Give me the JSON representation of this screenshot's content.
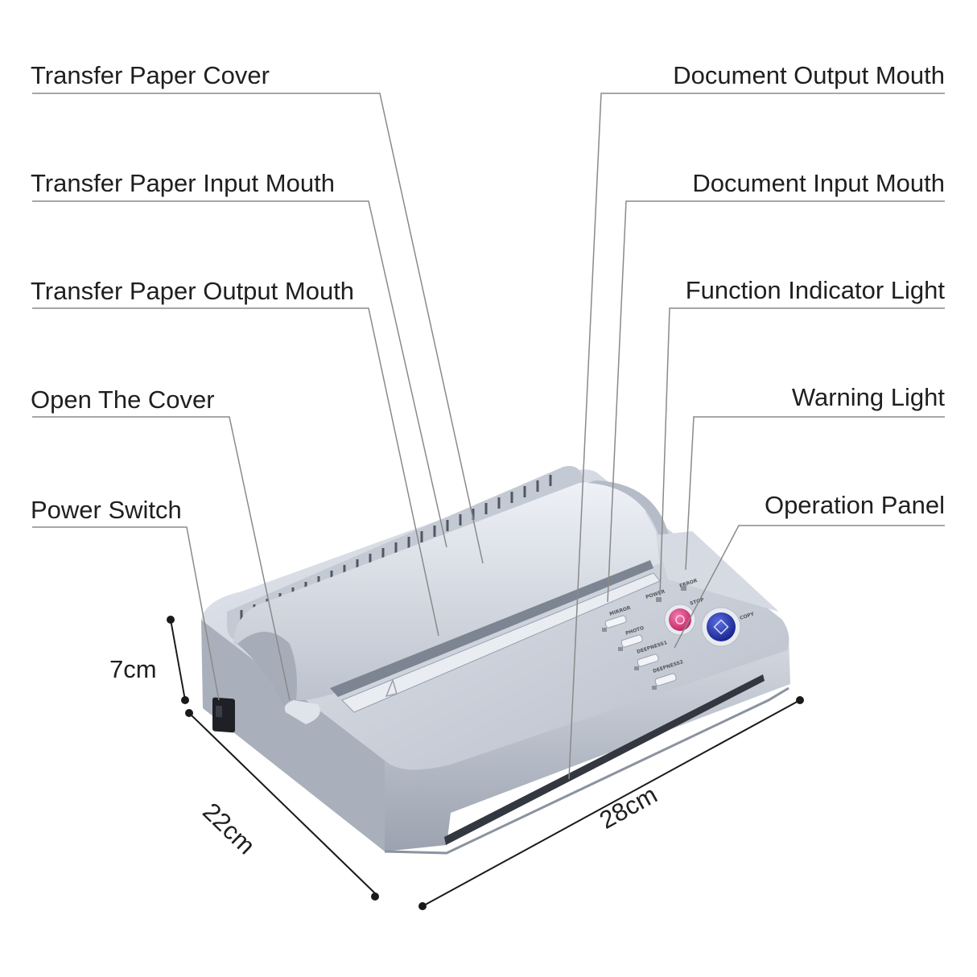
{
  "callouts_left": [
    {
      "id": "transfer-paper-cover",
      "label": "Transfer Paper Cover"
    },
    {
      "id": "transfer-paper-input-mouth",
      "label": "Transfer Paper Input Mouth"
    },
    {
      "id": "transfer-paper-output-mouth",
      "label": "Transfer Paper Output Mouth"
    },
    {
      "id": "open-the-cover",
      "label": "Open The Cover"
    },
    {
      "id": "power-switch",
      "label": "Power Switch"
    }
  ],
  "callouts_right": [
    {
      "id": "document-output-mouth",
      "label": "Document Output Mouth"
    },
    {
      "id": "document-input-mouth",
      "label": "Document Input Mouth"
    },
    {
      "id": "function-indicator-light",
      "label": "Function Indicator Light"
    },
    {
      "id": "warning-light",
      "label": "Warning Light"
    },
    {
      "id": "operation-panel",
      "label": "Operation Panel"
    }
  ],
  "dimensions": {
    "height": "7cm",
    "depth": "22cm",
    "width": "28cm"
  },
  "panel": {
    "buttons": [
      "MIRROR",
      "PHOTO",
      "DEEPNESS1",
      "DEEPNESS2"
    ],
    "indicators": [
      "POWER",
      "ERROR"
    ],
    "stop_label": "STOP",
    "copy_label": "COPY"
  },
  "colors": {
    "body": "#c9ced8",
    "leader": "#8a8a8a",
    "stop_button": "#d6367a",
    "copy_button": "#1f2fa8"
  }
}
